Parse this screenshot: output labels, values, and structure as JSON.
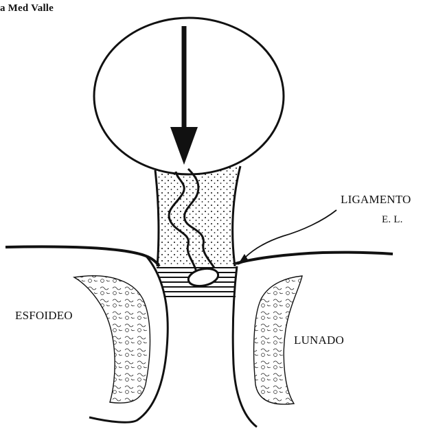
{
  "labels": {
    "author": "a Med Valle",
    "ligament": "LIGAMENTO",
    "ligament_abbrev": "E. L.",
    "scaphoid": "ESFOIDEO",
    "lunate": "LUNADO"
  },
  "colors": {
    "ink": "#111111",
    "background": "#ffffff"
  }
}
